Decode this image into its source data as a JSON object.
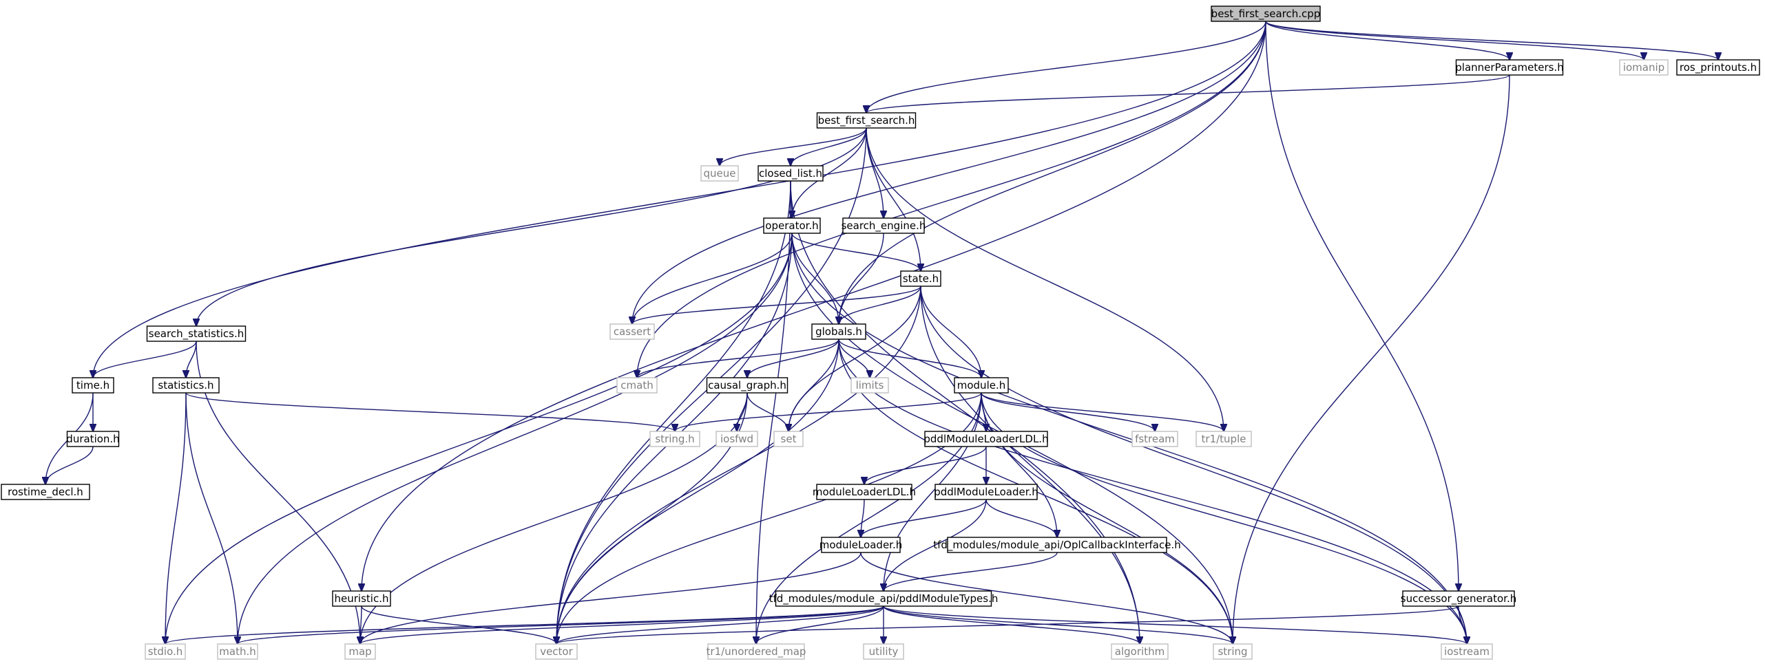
{
  "diagram": {
    "type": "include-dependency-graph",
    "colors": {
      "edge": "#191970",
      "root_fill": "#bfbfbf",
      "local_border": "#000000",
      "system_border": "#bfbfbf",
      "system_text": "#7f7f7f"
    },
    "nodes": [
      {
        "id": "root",
        "label": "best_first_search.cpp",
        "kind": "root"
      },
      {
        "id": "plannerParameters",
        "label": "plannerParameters.h",
        "kind": "local"
      },
      {
        "id": "iomanip",
        "label": "iomanip",
        "kind": "system"
      },
      {
        "id": "ros_printouts",
        "label": "ros_printouts.h",
        "kind": "local"
      },
      {
        "id": "bfs_h",
        "label": "best_first_search.h",
        "kind": "local"
      },
      {
        "id": "queue",
        "label": "queue",
        "kind": "system"
      },
      {
        "id": "closed_list",
        "label": "closed_list.h",
        "kind": "local"
      },
      {
        "id": "operator",
        "label": "operator.h",
        "kind": "local"
      },
      {
        "id": "search_engine",
        "label": "search_engine.h",
        "kind": "local"
      },
      {
        "id": "state",
        "label": "state.h",
        "kind": "local"
      },
      {
        "id": "search_statistics",
        "label": "search_statistics.h",
        "kind": "local"
      },
      {
        "id": "cassert",
        "label": "cassert",
        "kind": "system"
      },
      {
        "id": "globals",
        "label": "globals.h",
        "kind": "local"
      },
      {
        "id": "time_h",
        "label": "time.h",
        "kind": "local"
      },
      {
        "id": "statistics",
        "label": "statistics.h",
        "kind": "local"
      },
      {
        "id": "cmath",
        "label": "cmath",
        "kind": "system"
      },
      {
        "id": "limits",
        "label": "limits",
        "kind": "system"
      },
      {
        "id": "causal_graph",
        "label": "causal_graph.h",
        "kind": "local"
      },
      {
        "id": "module",
        "label": "module.h",
        "kind": "local"
      },
      {
        "id": "duration",
        "label": "duration.h",
        "kind": "local"
      },
      {
        "id": "string_h",
        "label": "string.h",
        "kind": "system"
      },
      {
        "id": "iosfwd",
        "label": "iosfwd",
        "kind": "system"
      },
      {
        "id": "set",
        "label": "set",
        "kind": "system"
      },
      {
        "id": "fstream",
        "label": "fstream",
        "kind": "system"
      },
      {
        "id": "tr1_tuple",
        "label": "tr1/tuple",
        "kind": "system"
      },
      {
        "id": "rostime_decl",
        "label": "rostime_decl.h",
        "kind": "local"
      },
      {
        "id": "pddlModuleLoaderLDL",
        "label": "pddlModuleLoaderLDL.h",
        "kind": "local"
      },
      {
        "id": "moduleLoaderLDL",
        "label": "moduleLoaderLDL.h",
        "kind": "local"
      },
      {
        "id": "pddlModuleLoader",
        "label": "pddlModuleLoader.h",
        "kind": "local"
      },
      {
        "id": "moduleLoader",
        "label": "moduleLoader.h",
        "kind": "local"
      },
      {
        "id": "oplCallback",
        "label": "tfd_modules/module_api/OplCallbackInterface.h",
        "kind": "local"
      },
      {
        "id": "heuristic",
        "label": "heuristic.h",
        "kind": "local"
      },
      {
        "id": "pddlModuleTypes",
        "label": "tfd_modules/module_api/pddlModuleTypes.h",
        "kind": "local"
      },
      {
        "id": "successor_generator",
        "label": "successor_generator.h",
        "kind": "local"
      },
      {
        "id": "stdio",
        "label": "stdio.h",
        "kind": "system"
      },
      {
        "id": "math_h",
        "label": "math.h",
        "kind": "system"
      },
      {
        "id": "map",
        "label": "map",
        "kind": "system"
      },
      {
        "id": "vector",
        "label": "vector",
        "kind": "system"
      },
      {
        "id": "tr1_unordered_map",
        "label": "tr1/unordered_map",
        "kind": "system"
      },
      {
        "id": "utility",
        "label": "utility",
        "kind": "system"
      },
      {
        "id": "algorithm",
        "label": "algorithm",
        "kind": "system"
      },
      {
        "id": "string",
        "label": "string",
        "kind": "system"
      },
      {
        "id": "iostream",
        "label": "iostream",
        "kind": "system"
      }
    ],
    "edges": [
      [
        "root",
        "bfs_h"
      ],
      [
        "root",
        "plannerParameters"
      ],
      [
        "root",
        "iomanip"
      ],
      [
        "root",
        "ros_printouts"
      ],
      [
        "root",
        "time_h"
      ],
      [
        "root",
        "heuristic"
      ],
      [
        "root",
        "cmath"
      ],
      [
        "root",
        "cassert"
      ],
      [
        "root",
        "globals"
      ],
      [
        "root",
        "successor_generator"
      ],
      [
        "plannerParameters",
        "bfs_h"
      ],
      [
        "plannerParameters",
        "string"
      ],
      [
        "bfs_h",
        "queue"
      ],
      [
        "bfs_h",
        "closed_list"
      ],
      [
        "bfs_h",
        "operator"
      ],
      [
        "bfs_h",
        "search_engine"
      ],
      [
        "bfs_h",
        "state"
      ],
      [
        "bfs_h",
        "search_statistics"
      ],
      [
        "bfs_h",
        "vector"
      ],
      [
        "bfs_h",
        "tr1_tuple"
      ],
      [
        "closed_list",
        "operator"
      ],
      [
        "closed_list",
        "tr1_unordered_map"
      ],
      [
        "closed_list",
        "vector"
      ],
      [
        "closed_list",
        "algorithm"
      ],
      [
        "operator",
        "state"
      ],
      [
        "operator",
        "globals"
      ],
      [
        "operator",
        "cassert"
      ],
      [
        "operator",
        "vector"
      ],
      [
        "operator",
        "stdio"
      ],
      [
        "operator",
        "math_h"
      ],
      [
        "operator",
        "string"
      ],
      [
        "operator",
        "iostream"
      ],
      [
        "search_engine",
        "globals"
      ],
      [
        "state",
        "globals"
      ],
      [
        "state",
        "module"
      ],
      [
        "state",
        "cassert"
      ],
      [
        "state",
        "vector"
      ],
      [
        "state",
        "set"
      ],
      [
        "state",
        "algorithm"
      ],
      [
        "state",
        "iostream"
      ],
      [
        "search_statistics",
        "time_h"
      ],
      [
        "search_statistics",
        "statistics"
      ],
      [
        "search_statistics",
        "map"
      ],
      [
        "globals",
        "cmath"
      ],
      [
        "globals",
        "causal_graph"
      ],
      [
        "globals",
        "limits"
      ],
      [
        "globals",
        "module"
      ],
      [
        "globals",
        "set"
      ],
      [
        "globals",
        "vector"
      ],
      [
        "globals",
        "string"
      ],
      [
        "globals",
        "iostream"
      ],
      [
        "time_h",
        "duration"
      ],
      [
        "time_h",
        "rostime_decl"
      ],
      [
        "duration",
        "rostime_decl"
      ],
      [
        "statistics",
        "string_h"
      ],
      [
        "statistics",
        "stdio"
      ],
      [
        "statistics",
        "math_h"
      ],
      [
        "causal_graph",
        "iosfwd"
      ],
      [
        "causal_graph",
        "set"
      ],
      [
        "causal_graph",
        "vector"
      ],
      [
        "causal_graph",
        "map"
      ],
      [
        "module",
        "string_h"
      ],
      [
        "module",
        "fstream"
      ],
      [
        "module",
        "tr1_tuple"
      ],
      [
        "module",
        "pddlModuleLoaderLDL"
      ],
      [
        "module",
        "oplCallback"
      ],
      [
        "module",
        "pddlModuleTypes"
      ],
      [
        "module",
        "vector"
      ],
      [
        "module",
        "tr1_unordered_map"
      ],
      [
        "module",
        "string"
      ],
      [
        "module",
        "iostream"
      ],
      [
        "pddlModuleLoaderLDL",
        "moduleLoaderLDL"
      ],
      [
        "pddlModuleLoaderLDL",
        "pddlModuleLoader"
      ],
      [
        "moduleLoaderLDL",
        "moduleLoader"
      ],
      [
        "pddlModuleLoader",
        "moduleLoader"
      ],
      [
        "pddlModuleLoader",
        "oplCallback"
      ],
      [
        "pddlModuleLoader",
        "pddlModuleTypes"
      ],
      [
        "moduleLoader",
        "map"
      ],
      [
        "moduleLoader",
        "string"
      ],
      [
        "oplCallback",
        "pddlModuleTypes"
      ],
      [
        "heuristic",
        "map"
      ],
      [
        "heuristic",
        "vector"
      ],
      [
        "pddlModuleTypes",
        "stdio"
      ],
      [
        "pddlModuleTypes",
        "math_h"
      ],
      [
        "pddlModuleTypes",
        "map"
      ],
      [
        "pddlModuleTypes",
        "vector"
      ],
      [
        "pddlModuleTypes",
        "tr1_unordered_map"
      ],
      [
        "pddlModuleTypes",
        "utility"
      ],
      [
        "pddlModuleTypes",
        "algorithm"
      ],
      [
        "pddlModuleTypes",
        "string"
      ],
      [
        "pddlModuleTypes",
        "iostream"
      ],
      [
        "successor_generator",
        "vector"
      ],
      [
        "successor_generator",
        "iostream"
      ]
    ]
  }
}
